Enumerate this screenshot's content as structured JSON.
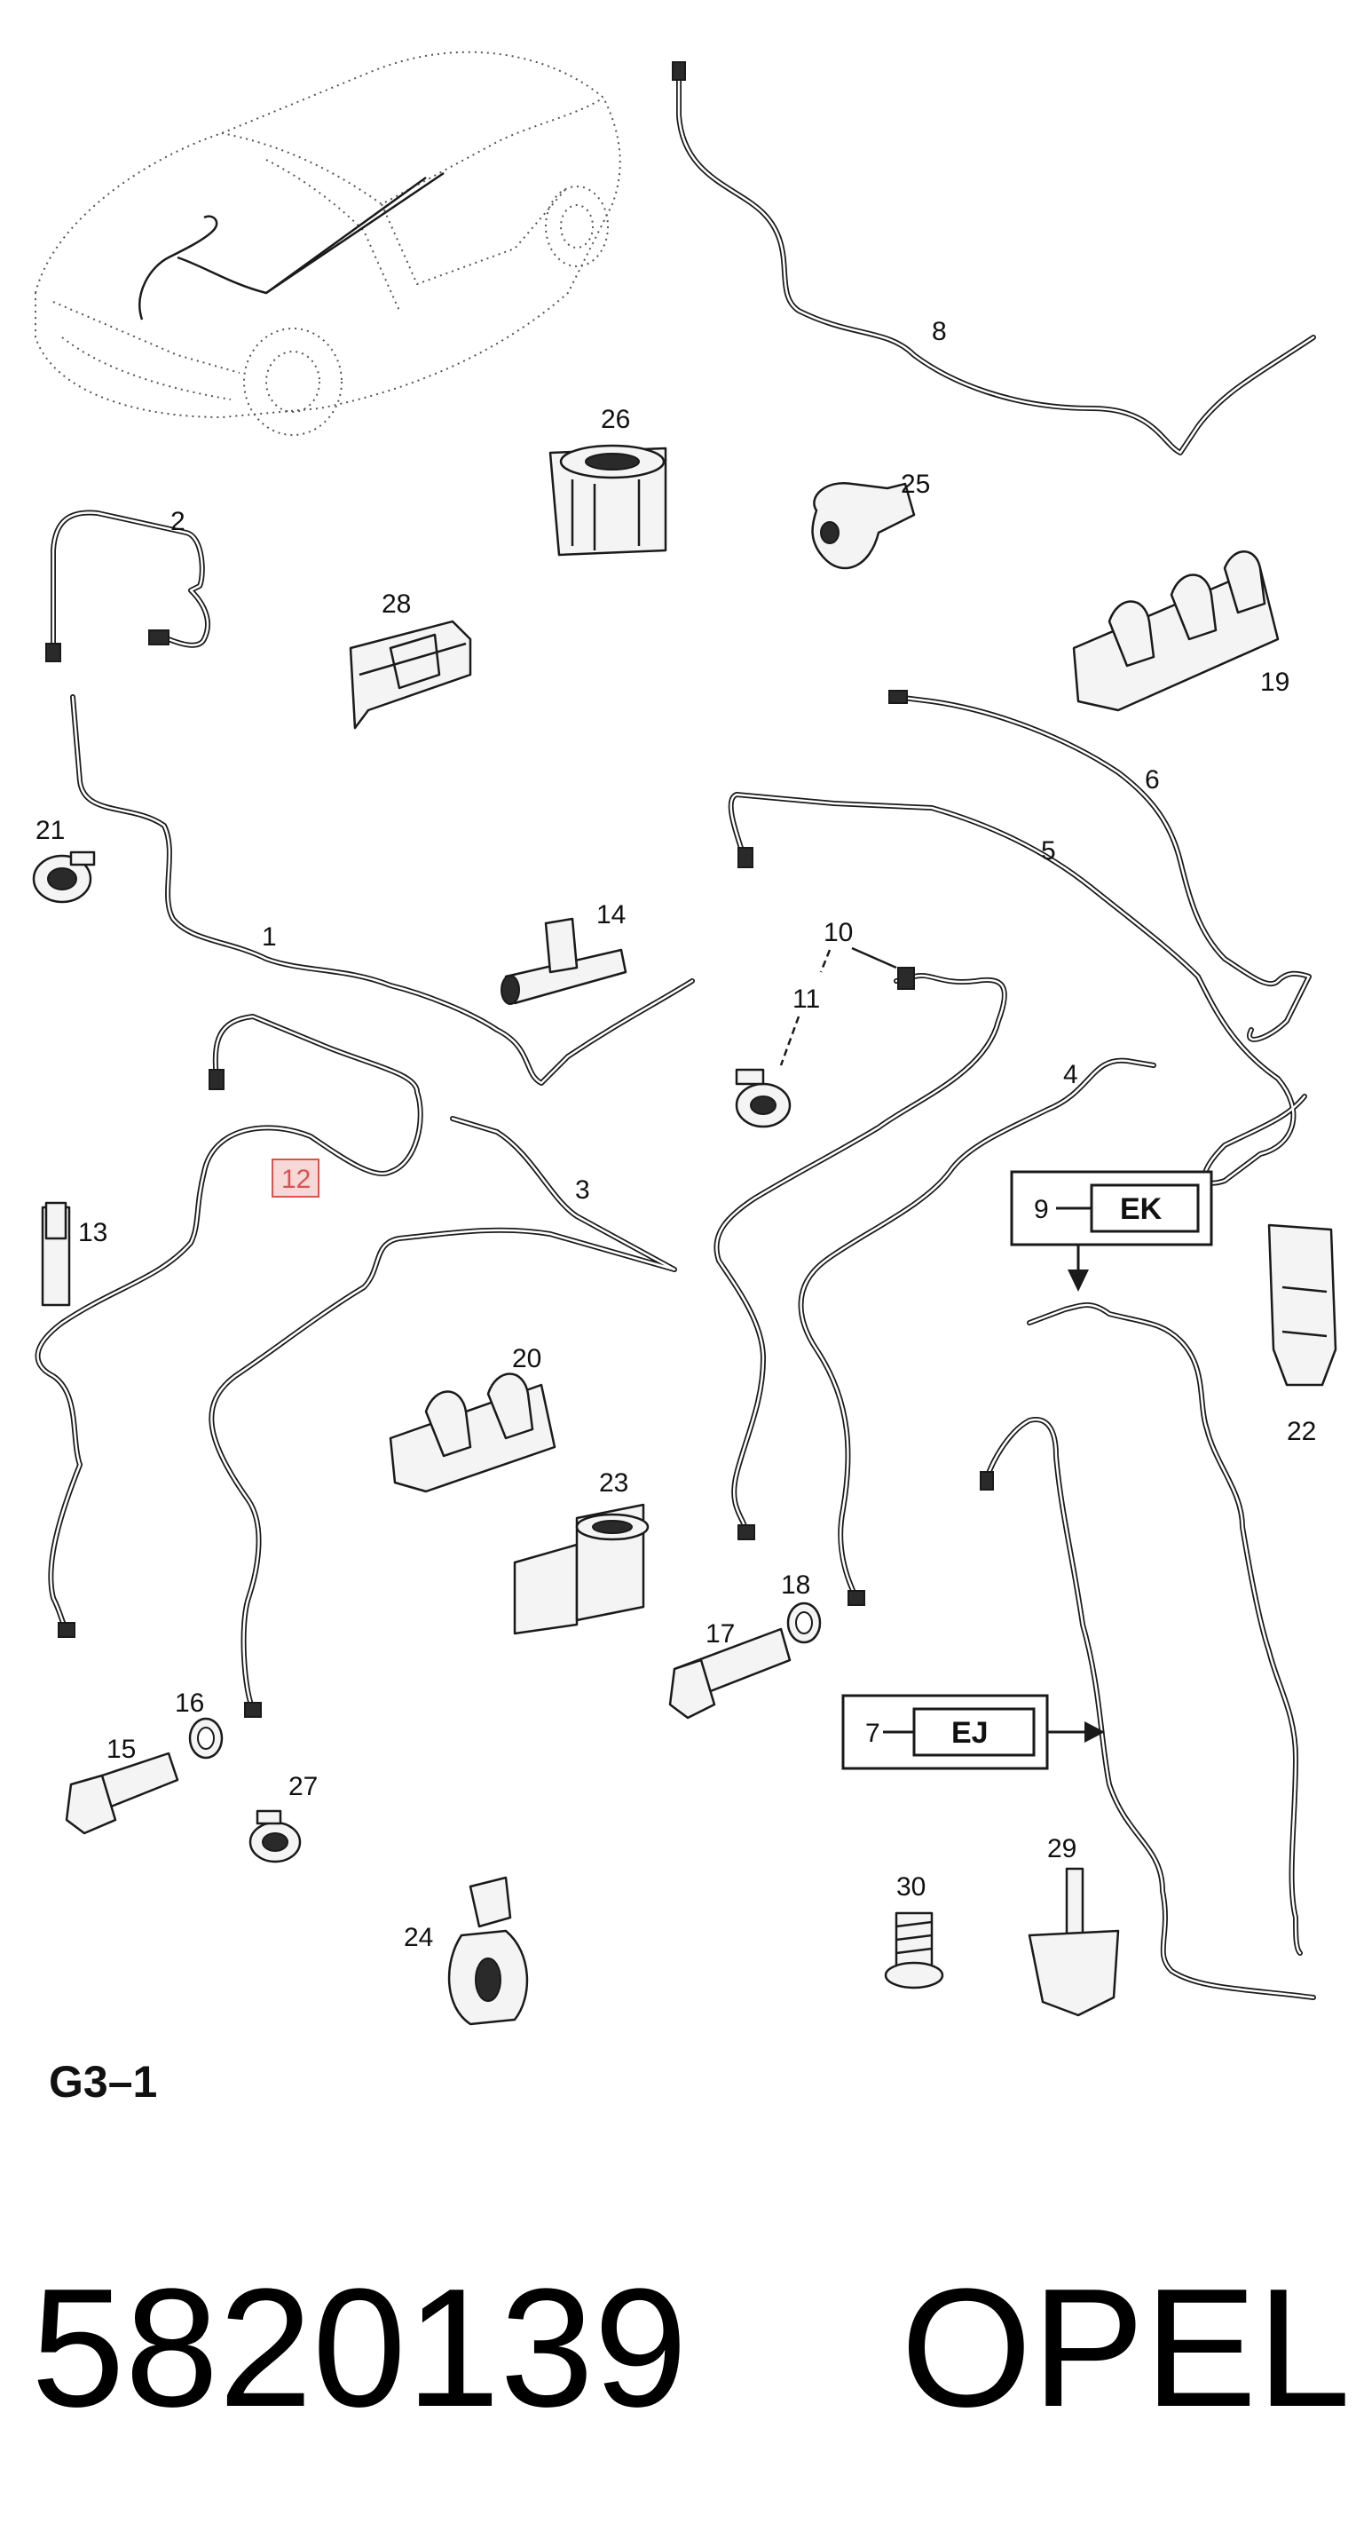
{
  "callouts": {
    "c1": "1",
    "c2": "2",
    "c3": "3",
    "c4": "4",
    "c5": "5",
    "c6": "6",
    "c7": "7",
    "c8": "8",
    "c9": "9",
    "c10": "10",
    "c11": "11",
    "c12": "12",
    "c13": "13",
    "c14": "14",
    "c15": "15",
    "c16": "16",
    "c17": "17",
    "c18": "18",
    "c19": "19",
    "c20": "20",
    "c21": "21",
    "c22": "22",
    "c23": "23",
    "c24": "24",
    "c25": "25",
    "c26": "26",
    "c27": "27",
    "c28": "28",
    "c29": "29",
    "c30": "30"
  },
  "reference_boxes": {
    "ek": "EK",
    "ej": "EJ"
  },
  "diagram_code": "G3–1",
  "footer": {
    "part_number": "5820139",
    "brand": "OPEL"
  },
  "colors": {
    "line": "#1a1a1a",
    "highlight": "#d9534f",
    "highlight_fill": "#f8d7d7"
  }
}
